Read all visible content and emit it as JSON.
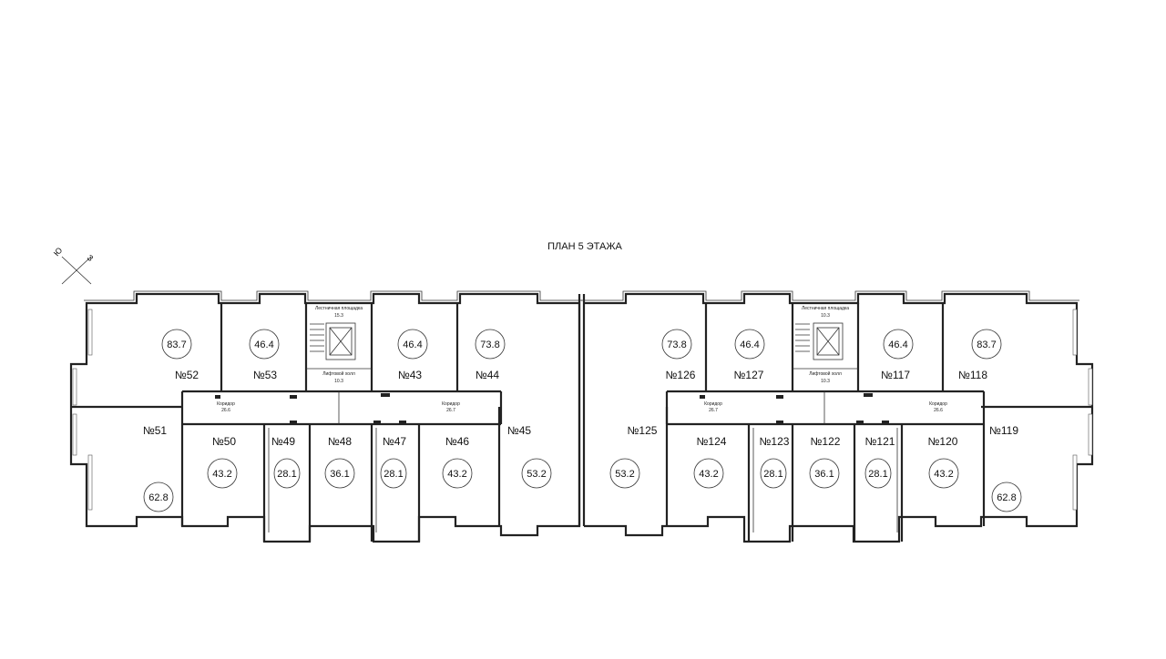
{
  "title": "ПЛАН 5 ЭТАЖА",
  "compass": {
    "south": "Ю",
    "east": "З",
    "icon": "compass-cross-icon"
  },
  "left_section": {
    "staircase_label": "Лестничная площадка",
    "staircase_area": "15.3",
    "lift_hall_label": "Лифтовой холл",
    "lift_hall_area": "10.3",
    "corridors": [
      {
        "label": "Коридор",
        "area": "26.6"
      },
      {
        "label": "Коридор",
        "area": "26.7"
      }
    ],
    "apartments": [
      {
        "number": "№52",
        "area": "83.7"
      },
      {
        "number": "№53",
        "area": "46.4"
      },
      {
        "number": "№43",
        "area": "46.4"
      },
      {
        "number": "№44",
        "area": "73.8"
      },
      {
        "number": "№51",
        "area": "62.8"
      },
      {
        "number": "№50",
        "area": "43.2"
      },
      {
        "number": "№49",
        "area": "28.1"
      },
      {
        "number": "№48",
        "area": "36.1"
      },
      {
        "number": "№47",
        "area": "28.1"
      },
      {
        "number": "№46",
        "area": "43.2"
      },
      {
        "number": "№45",
        "area": "53.2"
      }
    ]
  },
  "right_section": {
    "staircase_label": "Лестничная площадка",
    "staircase_area": "10.3",
    "lift_hall_label": "Лифтовой холл",
    "lift_hall_area": "10.3",
    "corridors": [
      {
        "label": "Коридор",
        "area": "26.7"
      },
      {
        "label": "Коридор",
        "area": "26.6"
      }
    ],
    "apartments": [
      {
        "number": "№126",
        "area": "73.8"
      },
      {
        "number": "№127",
        "area": "46.4"
      },
      {
        "number": "№117",
        "area": "46.4"
      },
      {
        "number": "№118",
        "area": "83.7"
      },
      {
        "number": "№125",
        "area": "53.2"
      },
      {
        "number": "№124",
        "area": "43.2"
      },
      {
        "number": "№123",
        "area": "28.1"
      },
      {
        "number": "№122",
        "area": "36.1"
      },
      {
        "number": "№121",
        "area": "28.1"
      },
      {
        "number": "№120",
        "area": "43.2"
      },
      {
        "number": "№119",
        "area": "62.8"
      }
    ]
  }
}
